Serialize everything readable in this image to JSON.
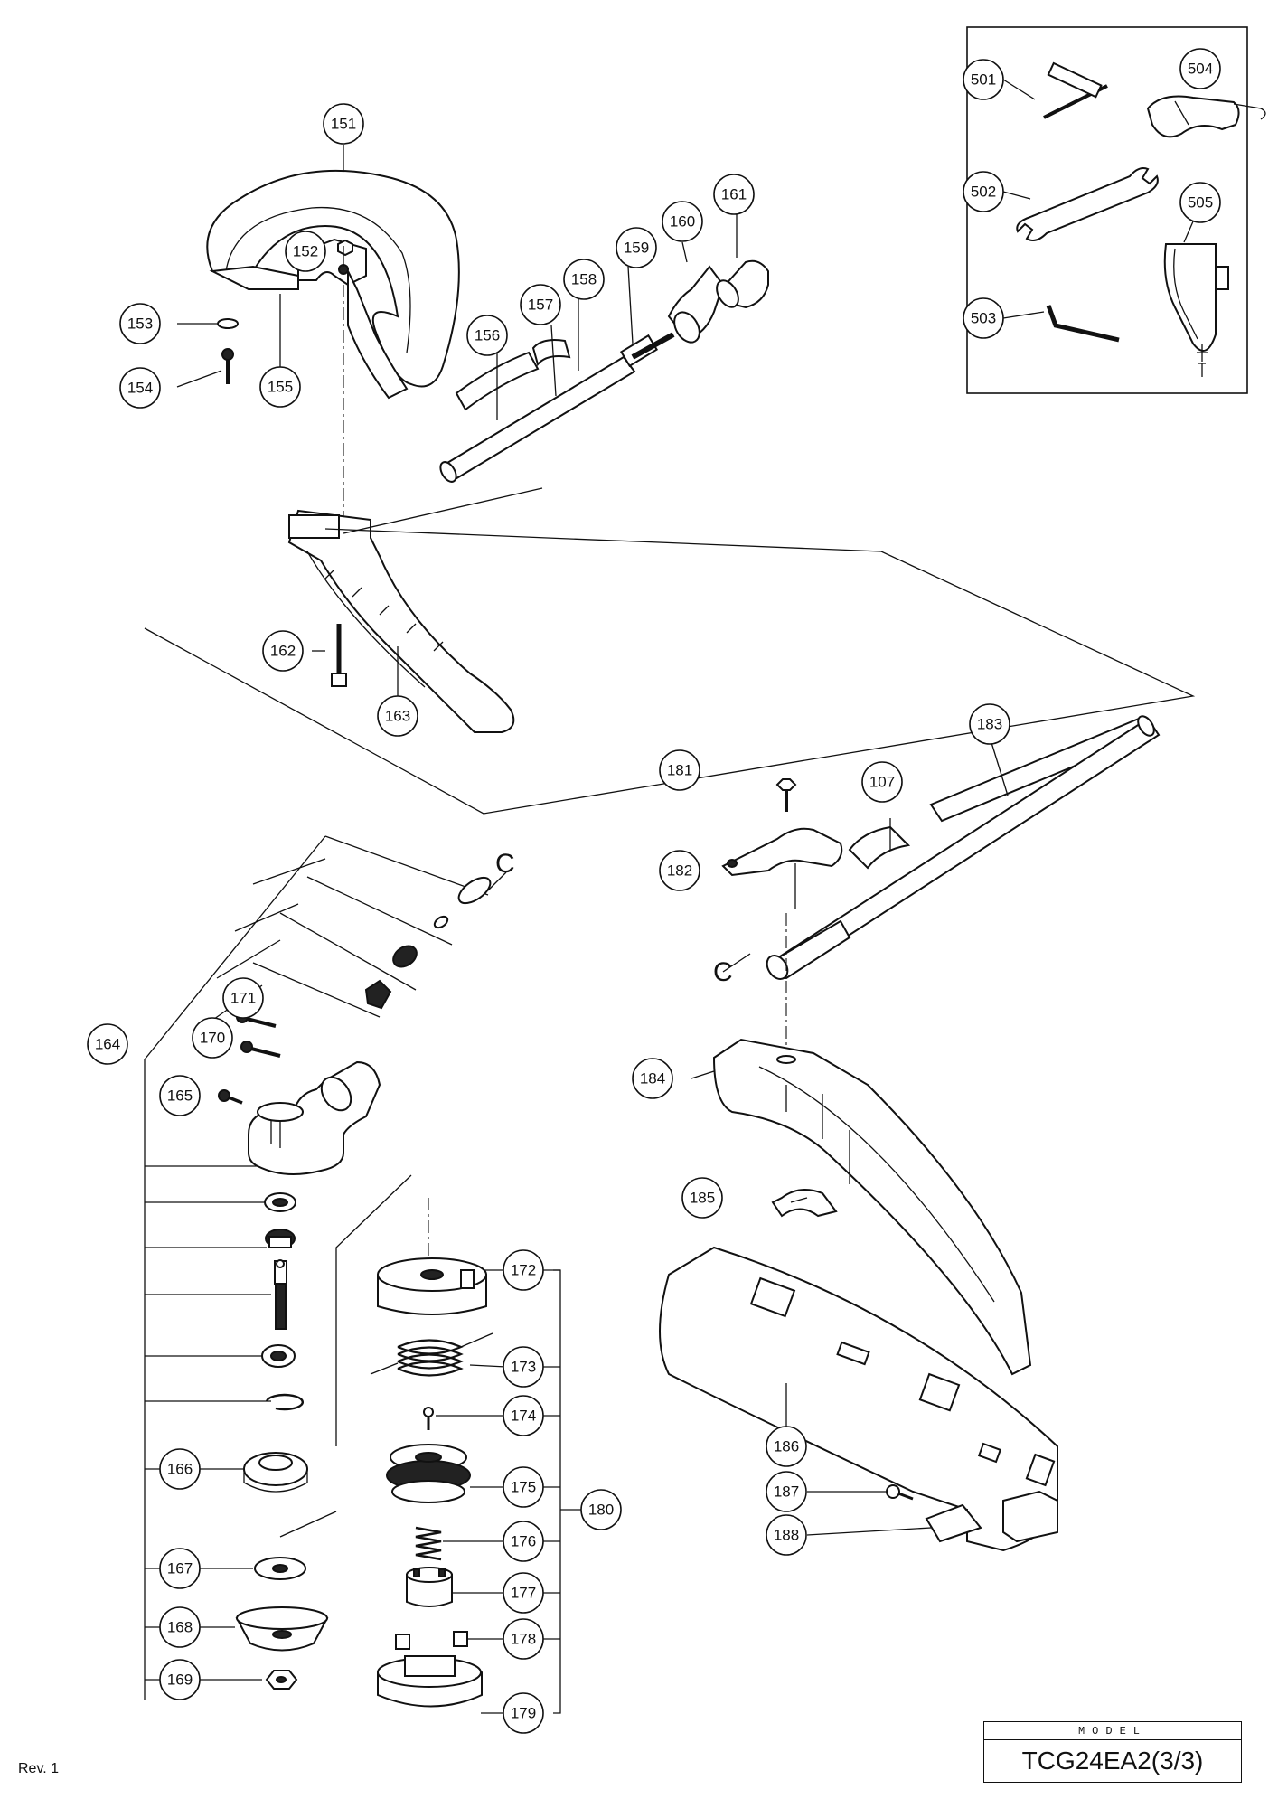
{
  "callouts": {
    "c151": "151",
    "c152": "152",
    "c153": "153",
    "c154": "154",
    "c155": "155",
    "c156": "156",
    "c157": "157",
    "c158": "158",
    "c159": "159",
    "c160": "160",
    "c161": "161",
    "c162": "162",
    "c163": "163",
    "c164": "164",
    "c165": "165",
    "c166": "166",
    "c167": "167",
    "c168": "168",
    "c169": "169",
    "c170": "170",
    "c171": "171",
    "c172": "172",
    "c173": "173",
    "c174": "174",
    "c175": "175",
    "c176": "176",
    "c177": "177",
    "c178": "178",
    "c179": "179",
    "c180": "180",
    "c181": "181",
    "c182": "182",
    "c183": "183",
    "c184": "184",
    "c185": "185",
    "c186": "186",
    "c187": "187",
    "c188": "188",
    "c107": "107",
    "c501": "501",
    "c502": "502",
    "c503": "503",
    "c504": "504",
    "c505": "505"
  },
  "section_marks": {
    "upper": "C",
    "lower": "C"
  },
  "model": {
    "label": "MODEL",
    "value": "TCG24EA2(3/3)"
  },
  "revision": "Rev. 1"
}
